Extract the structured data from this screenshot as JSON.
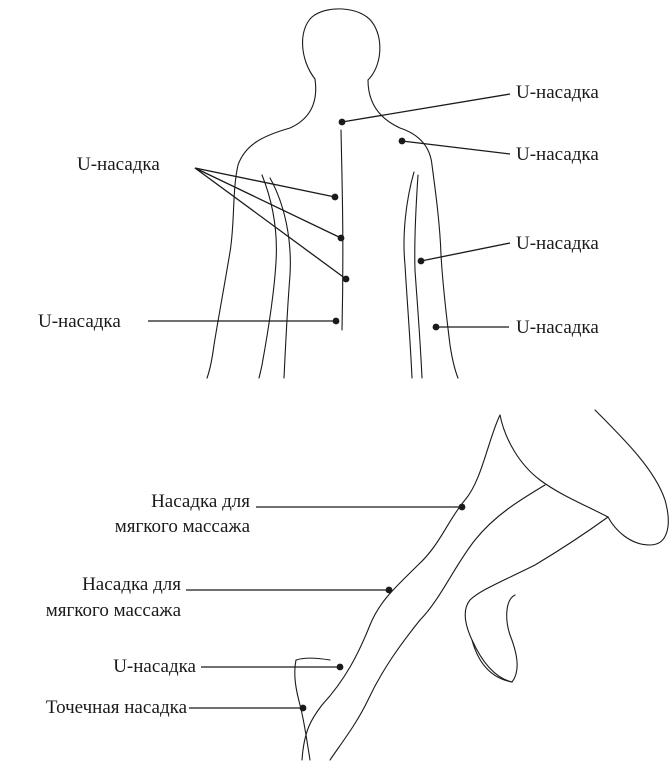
{
  "back_view": {
    "labels": {
      "right_top": "U-насадка",
      "right_shoulder": "U-насадка",
      "left_group": "U-насадка",
      "right_arm": "U-насадка",
      "left_lower": "U-насадка",
      "right_forearm": "U-насадка"
    }
  },
  "leg_view": {
    "labels": {
      "thigh_line1": "Насадка для",
      "thigh_line2": "мягкого массажа",
      "calf_line1": "Насадка для",
      "calf_line2": "мягкого массажа",
      "ankle": "U-насадка",
      "foot": "Точечная насадка"
    }
  }
}
